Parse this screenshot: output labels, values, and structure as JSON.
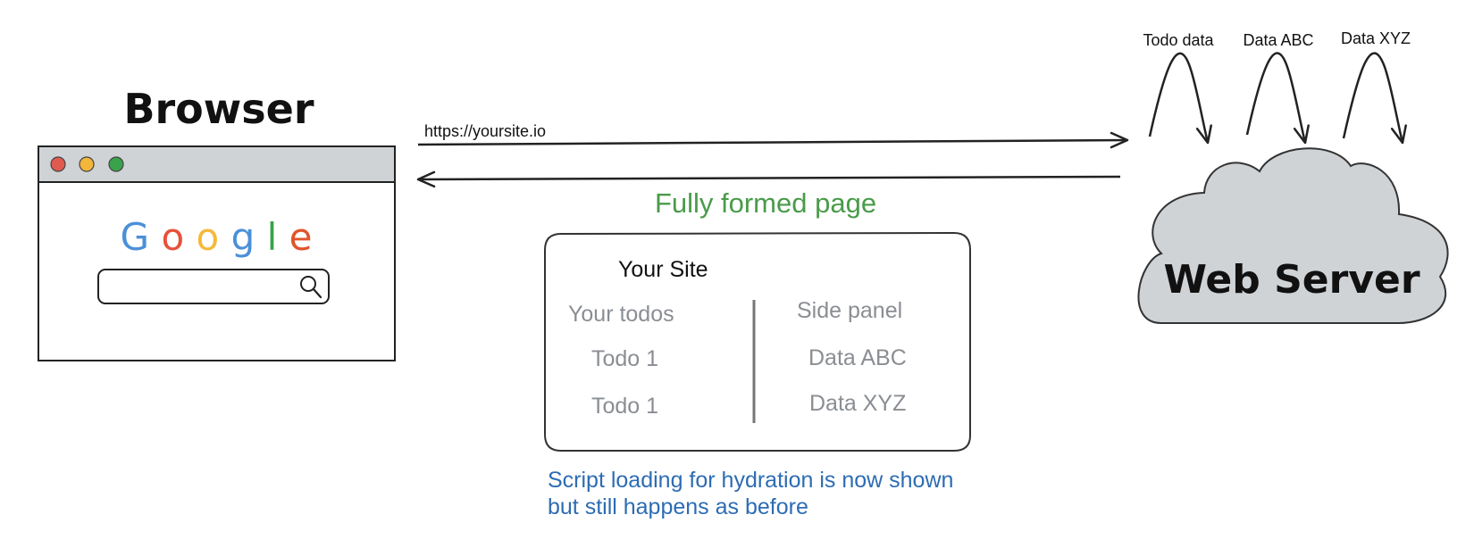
{
  "browser": {
    "title": "Browser",
    "logo_letters": [
      {
        "char": "G",
        "color": "#4a90d9"
      },
      {
        "char": "o",
        "color": "#e8503a"
      },
      {
        "char": "o",
        "color": "#f5b93a"
      },
      {
        "char": "g",
        "color": "#4a90d9"
      },
      {
        "char": "l",
        "color": "#3aa24a"
      },
      {
        "char": "e",
        "color": "#e0542b"
      }
    ],
    "icons": [
      "close-dot-icon",
      "minimize-dot-icon",
      "maximize-dot-icon",
      "search-icon"
    ]
  },
  "request": {
    "url": "https://yoursite.io"
  },
  "response": {
    "label": "Fully formed page"
  },
  "page": {
    "title": "Your Site",
    "left_header": "Your todos",
    "left_items": [
      "Todo 1",
      "Todo 1"
    ],
    "right_header": "Side panel",
    "right_items": [
      "Data ABC",
      "Data XYZ"
    ]
  },
  "note": {
    "line1": "Script loading for hydration is now shown",
    "line2": "but still happens as before"
  },
  "server": {
    "label": "Web Server",
    "data_sources": [
      "Todo data",
      "Data ABC",
      "Data XYZ"
    ]
  },
  "colors": {
    "green": "#4a9b4a",
    "blue": "#2d6cb3",
    "gray_text": "#8a8e93",
    "cloud_fill": "#d0d3d6",
    "titlebar_fill": "#d0d3d6"
  }
}
